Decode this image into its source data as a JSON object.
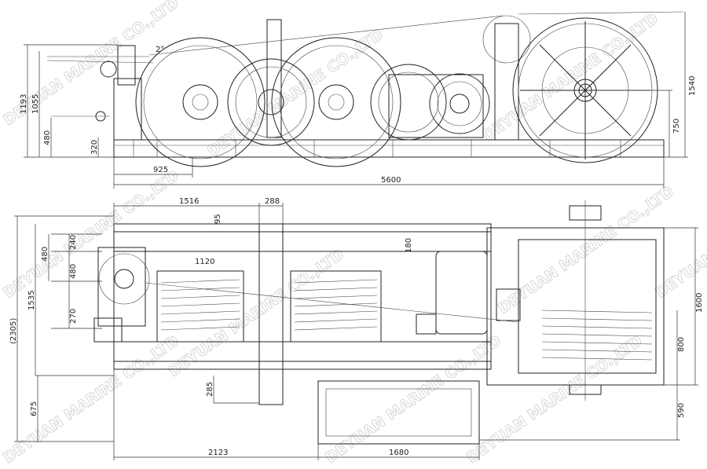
{
  "watermark": "DEYUAN MARINE CO.,LTD",
  "side_view": {
    "angle_label": "2°",
    "dimensions": {
      "overall_height": "1193",
      "fairlead_height": "1055",
      "lower_guide_height": "480",
      "base_height": "320",
      "first_drum_offset": "925",
      "overall_length": "5600",
      "reel_height": "1540",
      "reel_axis_height": "750"
    }
  },
  "plan_view": {
    "dimensions": {
      "drum_section_length": "1516",
      "column_width": "288",
      "offset_95": "95",
      "drum_length": "1120",
      "spacing_480_a": "480",
      "spacing_240": "240",
      "spacing_480_b": "480",
      "frame_width": "1535",
      "spacing_270": "270",
      "overall_width": "(2305)",
      "gearbox_overhang": "675",
      "column_overhang": "285",
      "gearbox_offset": "2123",
      "gearbox_length": "1680",
      "gearbox_depth": "590",
      "reel_drum_width": "800",
      "reel_frame_width": "1600",
      "motor_spacing": "180"
    }
  }
}
